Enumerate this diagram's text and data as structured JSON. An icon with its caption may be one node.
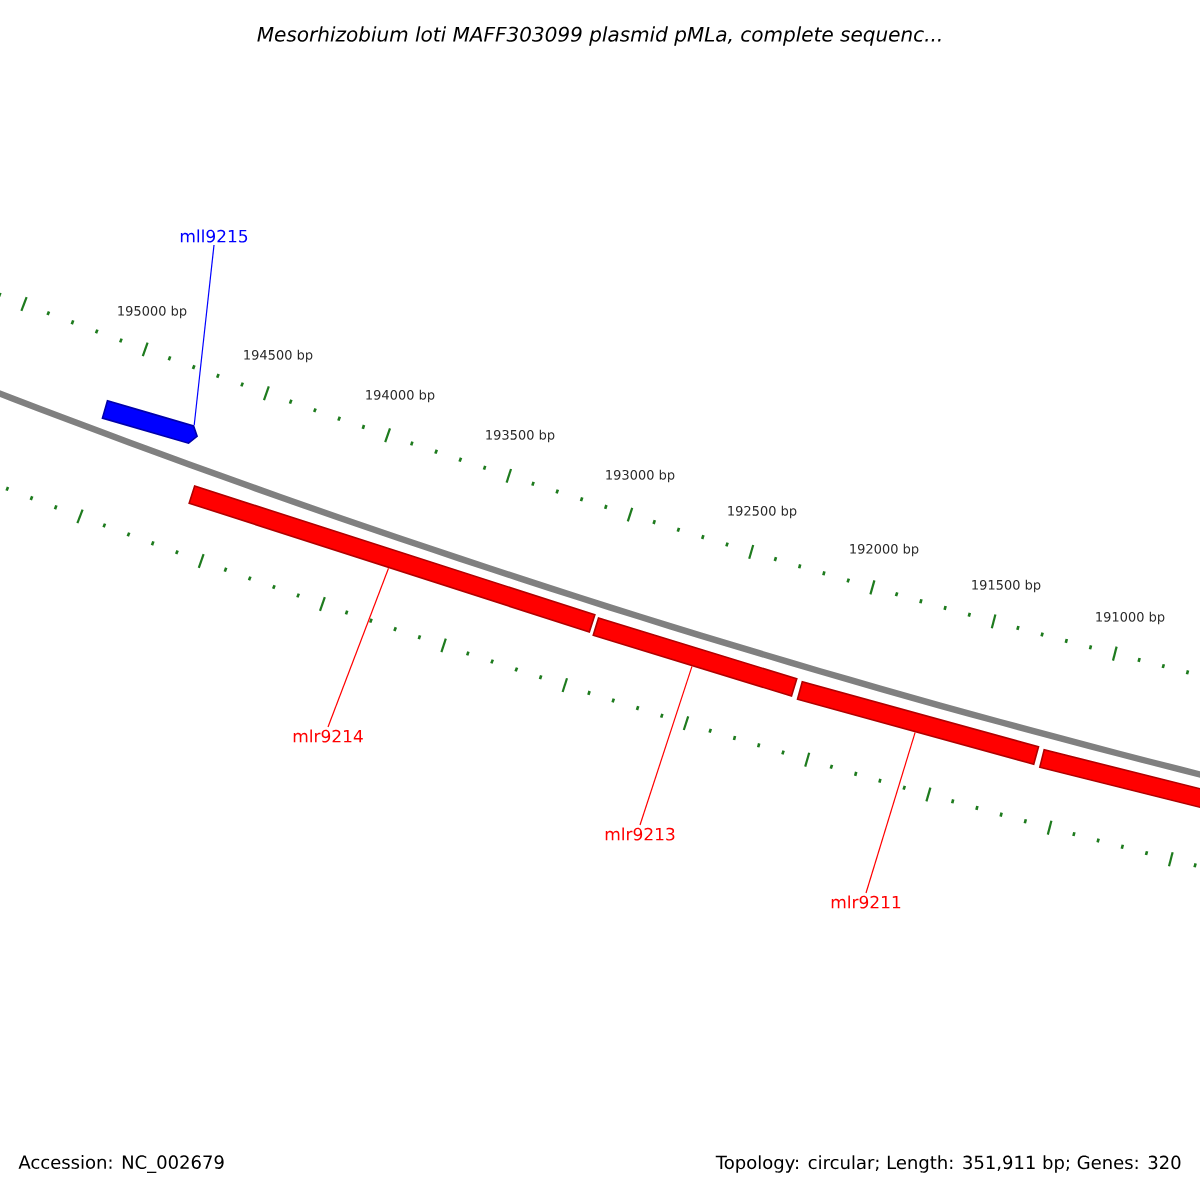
{
  "diagram": {
    "title": "Mesorhizobium loti MAFF303099 plasmid pMLa, complete sequenc...",
    "nodes": [
      {
        "text": [
          "mll9215"
        ]
      },
      {
        "text": [],
        "shape": "arrow"
      },
      {
        "text": [],
        "shape": "bar"
      },
      {
        "text": [],
        "shape": "bar"
      },
      {
        "text": [],
        "shape": "bar"
      },
      {
        "text": [],
        "shape": "bar"
      },
      {
        "text": [
          "mlr9214"
        ]
      },
      {
        "text": [
          "mlr9213"
        ]
      },
      {
        "text": [
          "mlr9211"
        ]
      }
    ],
    "edges": [
      {
        "from": 0,
        "to": 1,
        "arrow": "none",
        "color": "#0000ff"
      },
      {
        "from": 6,
        "to": 2,
        "arrow": "none"
      },
      {
        "from": 7,
        "to": 3,
        "arrow": "none"
      },
      {
        "from": 8,
        "to": 4,
        "arrow": "none"
      }
    ],
    "labels": [
      "195000 bp",
      "194500 bp",
      "194000 bp",
      "193500 bp",
      "193000 bp",
      "192500 bp",
      "192000 bp",
      "191500 bp",
      "191000 bp",
      "Accession: NC_002679",
      "Topology: circular; Length: 351,911 bp; Genes: 320"
    ]
  }
}
